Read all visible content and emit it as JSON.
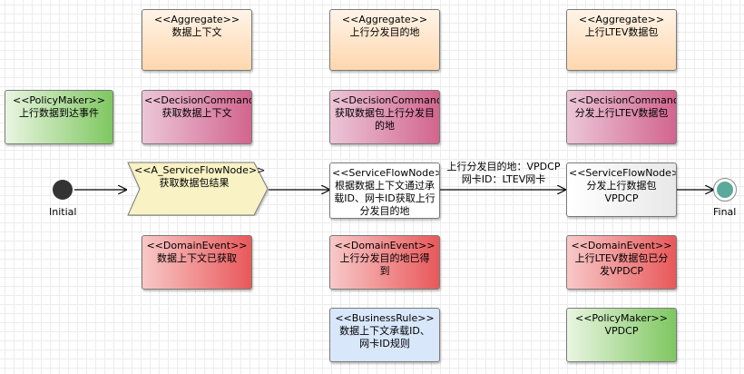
{
  "colors": {
    "aggregate": "#ffd7ae",
    "decision_command": "#d2658e",
    "policy_maker": "#7fc761",
    "domain_event": "#e8585a",
    "service_flow_node": "#ffffff",
    "a_service_flow_node": "#f8f2c4",
    "business_rule": "#d9e7fb"
  },
  "start": {
    "label": "Initial"
  },
  "end": {
    "label": "Final"
  },
  "col1": {
    "aggregate": {
      "stereotype": "<<Aggregate>>",
      "text": "数据上下文"
    },
    "decision_command": {
      "stereotype": "<<DecisionCommand>>",
      "text": "获取数据上下文"
    },
    "flow_node": {
      "stereotype": "<<A_ServiceFlowNode>>",
      "text": "获取数据包结果"
    },
    "domain_event": {
      "stereotype": "<<DomainEvent>>",
      "text": "数据上下文已获取"
    }
  },
  "col0": {
    "policy_maker": {
      "stereotype": "<<PolicyMaker>>",
      "text": "上行数据到达事件"
    }
  },
  "col2": {
    "aggregate": {
      "stereotype": "<<Aggregate>>",
      "text": "上行分发目的地"
    },
    "decision_command": {
      "stereotype": "<<DecisionCommand>>",
      "text": "获取数据包上行分发目\n的地"
    },
    "flow_node": {
      "stereotype": "<<ServiceFlowNode>>",
      "text": "根据数据上下文通过承\n载ID、网卡ID获取上行\n分发目的地"
    },
    "domain_event": {
      "stereotype": "<<DomainEvent>>",
      "text": "上行分发目的地已得\n到"
    },
    "business_rule": {
      "stereotype": "<<BusinessRule>>",
      "text": "数据上下文承载ID、\n网卡ID规则"
    }
  },
  "col3": {
    "aggregate": {
      "stereotype": "<<Aggregate>>",
      "text": "上行LTEV数据包"
    },
    "decision_command": {
      "stereotype": "<<DecisionCommand>>",
      "text": "分发上行LTEV数据包"
    },
    "flow_node": {
      "stereotype": "<<ServiceFlowNode>>",
      "text": "分发上行数据包\nVPDCP"
    },
    "domain_event": {
      "stereotype": "<<DomainEvent>>",
      "text": "上行LTEV数据包已分\n发VPDCP"
    },
    "policy_maker": {
      "stereotype": "<<PolicyMaker>>",
      "text": "VPDCP"
    }
  },
  "edge_label": {
    "line1": "上行分发目的地：VPDCP",
    "line2": "网卡ID：LTEV网卡"
  }
}
